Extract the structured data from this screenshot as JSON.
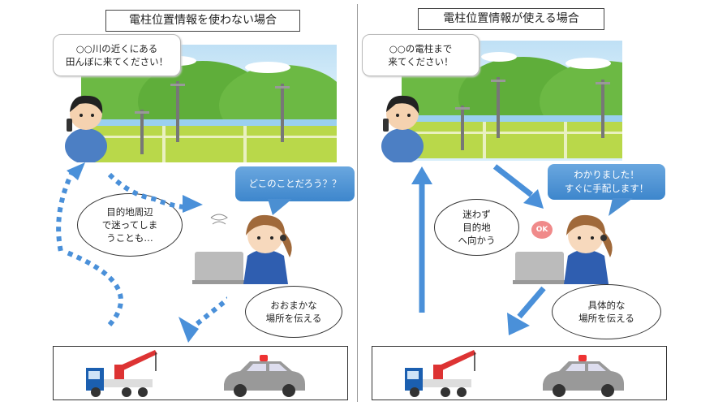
{
  "left": {
    "title": "電柱位置情報を使わない場合",
    "caller_bubble": "○○川の近くにある\n田んぼに来てください！",
    "operator_bubble": "どこのことだろう？？",
    "lost_bubble": "目的地周辺\nで迷ってしま\nうことも…",
    "vague_bubble": "おおまかな\n場所を伝える"
  },
  "right": {
    "title": "電柱位置情報が使える場合",
    "caller_bubble": "○○の電柱まで\n来てください！",
    "operator_bubble": "わかりました！\nすぐに手配します！",
    "direct_bubble": "迷わず\n目的地\nへ向かう",
    "specific_bubble": "具体的な\n場所を伝える",
    "ok_badge": "OK"
  },
  "colors": {
    "arrow": "#4a90d9",
    "bubble_blue": "#4b8fd2",
    "grass": "#8cc63f",
    "mountain": "#5fae3a"
  }
}
